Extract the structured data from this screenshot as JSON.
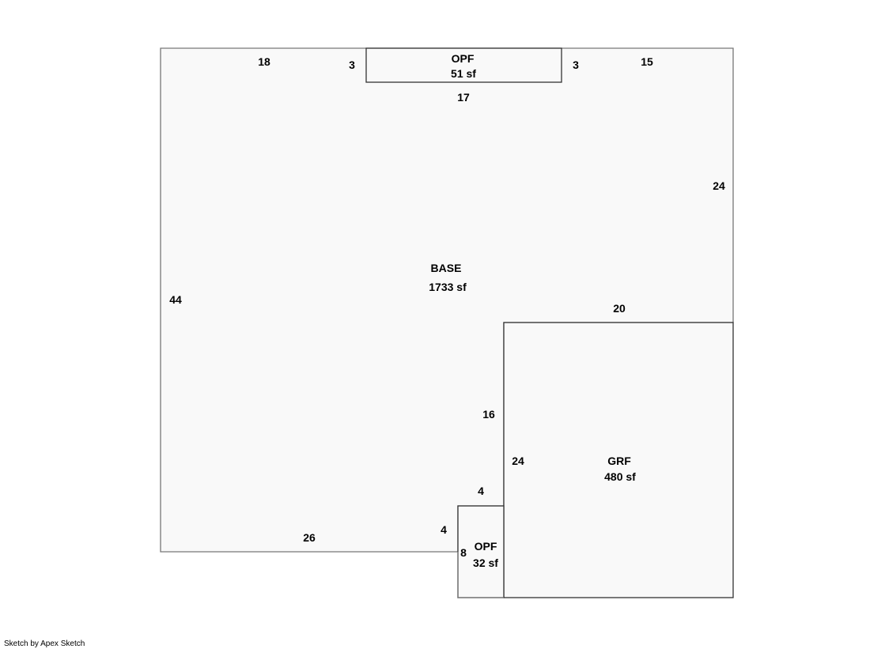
{
  "areas": {
    "base": {
      "name": "BASE",
      "size": "1733 sf"
    },
    "opf_top": {
      "name": "OPF",
      "size": "51 sf"
    },
    "opf_bottom": {
      "name": "OPF",
      "size": "32 sf"
    },
    "grf": {
      "name": "GRF",
      "size": "480 sf"
    }
  },
  "dimensions": {
    "top_left": "18",
    "opf_top_left": "3",
    "opf_top_right": "3",
    "top_right": "15",
    "opf_top_bottom": "17",
    "right_upper": "24",
    "left": "44",
    "grf_top": "20",
    "base_step": "16",
    "grf_left": "24",
    "opf_bottom_top": "4",
    "opf_bottom_left_upper": "4",
    "opf_bottom_left": "8",
    "bottom": "26"
  },
  "footer": {
    "credit": "Sketch by Apex Sketch"
  }
}
